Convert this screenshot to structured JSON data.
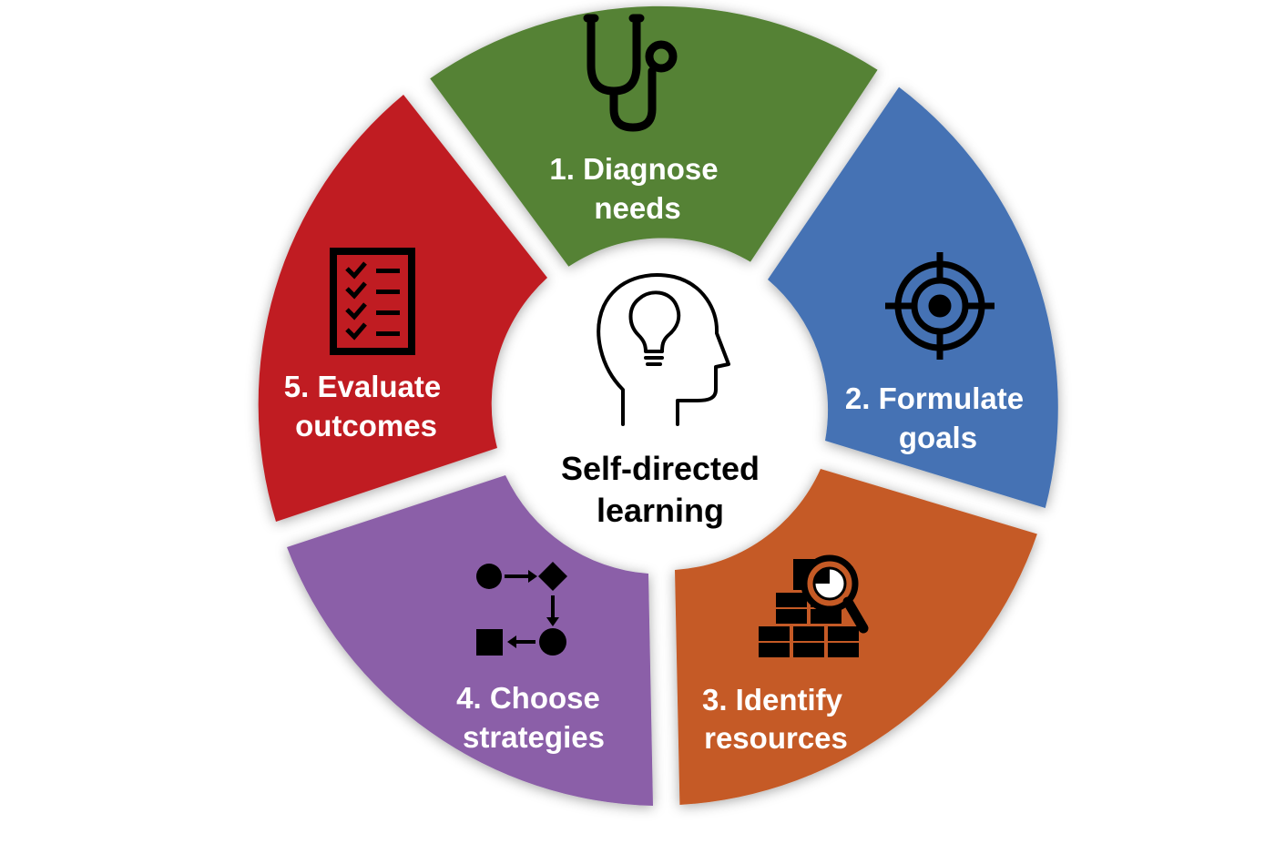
{
  "diagram": {
    "center": {
      "line1": "Self-directed",
      "line2": "learning"
    },
    "segments": [
      {
        "id": "diagnose",
        "line1": "1. Diagnose",
        "line2": "needs",
        "color": "#548235",
        "icon": "stethoscope-icon"
      },
      {
        "id": "formulate",
        "line1": "2. Formulate",
        "line2": "goals",
        "color": "#4472B4",
        "icon": "target-icon"
      },
      {
        "id": "identify",
        "line1": "3. Identify",
        "line2": "resources",
        "color": "#C55A25",
        "icon": "boxes-magnifier-icon"
      },
      {
        "id": "choose",
        "line1": "4. Choose",
        "line2": "strategies",
        "color": "#8B5FA8",
        "icon": "flowchart-icon"
      },
      {
        "id": "evaluate",
        "line1": "5. Evaluate",
        "line2": "outcomes",
        "color": "#C01E24",
        "icon": "checklist-icon"
      }
    ],
    "center_icon": "head-lightbulb-icon"
  }
}
